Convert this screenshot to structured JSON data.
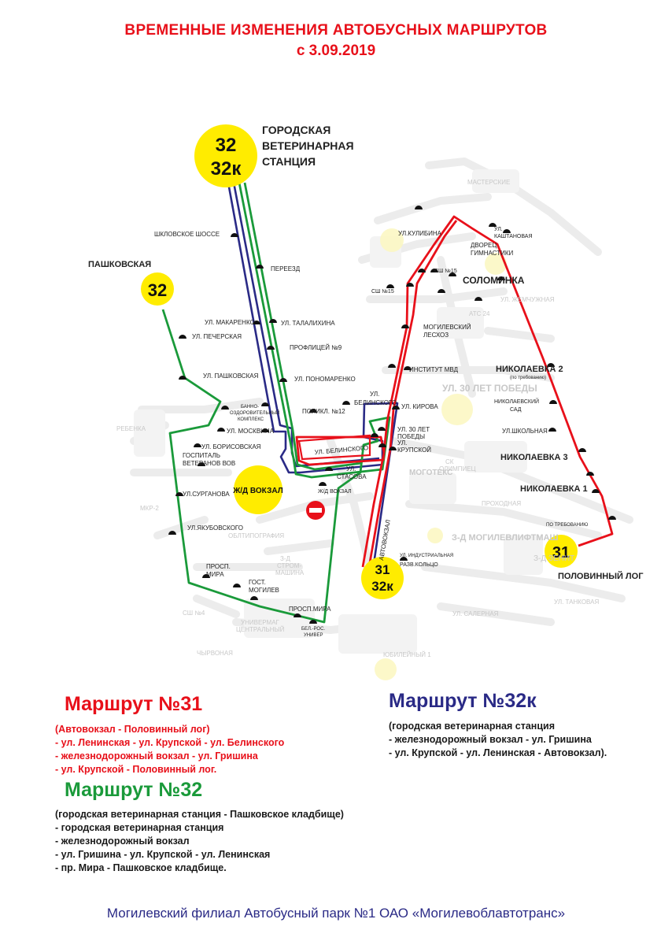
{
  "title": {
    "line1": "ВРЕМЕННЫЕ ИЗМЕНЕНИЯ АВТОБУСНЫХ МАРШРУТОВ",
    "line2": "с 3.09.2019"
  },
  "colors": {
    "route31": "#e8101a",
    "route32": "#1a9a3a",
    "route32k": "#2a2a86",
    "badge": "#ffec00",
    "stop": "#111111",
    "street": "#ececec"
  },
  "map": {
    "badges": {
      "top_l1": "32",
      "top_l2": "32к",
      "pashkovskaya": "32",
      "avtovokzal_l1": "31",
      "avtovokzal_l2": "32к",
      "polovinny": "31",
      "zd_vokzal": "Ж/Д ВОКЗАЛ"
    },
    "terminus_labels": {
      "vet_l1": "ГОРОДСКАЯ",
      "vet_l2": "ВЕТЕРИНАРНАЯ",
      "vet_l3": "СТАНЦИЯ",
      "pashkovskaya": "ПАШКОВСКАЯ",
      "polovinny": "ПОЛОВИННЫЙ ЛОГ",
      "solominka": "СОЛОМИНКА",
      "nikolaevka2": "НИКОЛАЕВКА 2",
      "nikolaevka3": "НИКОЛАЕВКА 3",
      "nikolaevka1": "НИКОЛАЕВКА 1"
    },
    "stop_labels": {
      "shklovskoe": "ШКЛОВСКОЕ ШОССЕ",
      "pereezd": "ПЕРЕЕЗД",
      "makarenko": "УЛ. МАКАРЕНКО",
      "talalikhina": "УЛ. ТАЛАЛИХИНА",
      "pecherskaya": "УЛ. ПЕЧЕРСКАЯ",
      "profilicei": "ПРОФЛИЦЕЙ №9",
      "pashkovskaya_ul": "УЛ. ПАШКОВСКАЯ",
      "ponomarenko": "УЛ. ПОНОМАРЕНКО",
      "banno_l1": "БАННО-",
      "banno_l2": "ОЗДОРОВИТЕЛЬНЫЙ",
      "banno_l3": "КОМПЛЕКС",
      "moskvina": "УЛ. МОСКВИНА",
      "poliklinika": "ПОЛИКЛ. №12",
      "belinskogo_stop": "БЕЛИНСКОГО",
      "belinskogo_ul": "УЛ.",
      "kirova": "УЛ. КИРОВА",
      "borisovskaya": "УЛ. БОРИСОВСКАЯ",
      "gospital_l1": "ГОСПИТАЛЬ",
      "gospital_l2": "ВЕТЕРАНОВ ВОВ",
      "belinskogo_road": "УЛ. БЕЛИНСКОГО",
      "pobedy_l1": "УЛ. 30 ЛЕТ",
      "pobedy_l2": "ПОБЕДЫ",
      "krupskoy_l1": "УЛ.",
      "krupskoy_l2": "КРУПСКОЙ",
      "surganova": "УЛ.СУРГАНОВА",
      "stasova_l1": "УЛ.",
      "stasova_l2": "СТАСОВА",
      "zd_vokzal_stop": "Ж/Д ВОКЗАЛ",
      "yakubovskogo": "УЛ.ЯКУБОВСКОГО",
      "avtovokzal_road": "АВТОВОКЗАЛ",
      "industrialnaya": "УЛ. ИНДУСТРИАЛЬНАЯ",
      "razv_kolco": "РАЗВ.КОЛЬЦО",
      "prosp_mira_l1": "ПРОСП.",
      "prosp_mira_l2": "МИРА",
      "gost_l1": "ГОСТ.",
      "gost_l2": "МОГИЛЕВ",
      "prosp_mira2": "ПРОСП.МИРА",
      "bel_l1": "БЕЛ.-РОС.",
      "bel_l2": "УНИВЕР",
      "kulibina": "УЛ.КУЛИБИНА",
      "kashtan_l1": "УЛ.",
      "kashtan_l2": "КАШТАНОВАЯ",
      "dvorec_l1": "ДВОРЕЦ",
      "dvorec_l2": "ГИМНАСТИКИ",
      "sh15a": "СШ №15",
      "sh15b": "СШ №15",
      "leshoz_l1": "МОГИЛЕВСКИЙ",
      "leshoz_l2": "ЛЕСХОЗ",
      "institut": "ИНСТИТУТ МВД",
      "po_treb": "(по требованию)",
      "nik_sad_l1": "НИКОЛАЕВСКИЙ",
      "nik_sad_l2": "САД",
      "shkolnaya": "УЛ.ШКОЛЬНАЯ",
      "po_treb2": "ПО ТРЕБОВАНИЮ"
    },
    "street_labels": {
      "pobedy_big": "УЛ. 30 ЛЕТ ПОБЕДЫ",
      "zd_mogilevliftmash": "З-Д МОГИЛЕВЛИФТМАШ",
      "mogotex": "МОГОТЕКС",
      "ck_olimpiec_l1": "СК",
      "ck_olimpiec_l2": "ОЛИМПИЕЦ",
      "oblipografiya": "ОБЛТИПОГРАФИЯ",
      "zd_strom_l1": "З-Д",
      "zd_strom_l2": "СТРОМ-",
      "zd_strom_l3": "МАШИНА",
      "zd_zenit": "З-Д ЗЕНИТ",
      "proxodnaya": "ПРОХОДНАЯ",
      "chyrvonaya": "ЧЫРВОНАЯ",
      "univermag_l1": "УНИВЕРМАГ",
      "univermag_l2": "ЦЕНТРАЛЬНЫЙ",
      "yubileyny": "ЮБИЛЕЙНЫЙ 1",
      "sh4": "СШ №4",
      "mkr2": "МКР-2",
      "rebenka": "РЕБЕНКА",
      "atc24": "АТС 24",
      "zhemchuzhnaya": "УЛ. ЖЕМЧУЖНАЯ",
      "masterskie": "МАСТЕРСКИЕ",
      "solernaya": "УЛ. САЛЕРНАЯ",
      "tankovaya": "УЛ. ТАНКОВАЯ"
    },
    "no_entry_icon": "no-entry-sign"
  },
  "legend": {
    "r31": {
      "title": "Маршрут №31",
      "lines": [
        "(Автовокзал - Половинный лог)",
        " - ул. Ленинская -   ул. Крупской - ул. Белинского",
        " - железнодорожный вокзал - ул. Гришина",
        " - ул. Крупской - Половинный лог."
      ]
    },
    "r32": {
      "title": "Маршрут №32",
      "lines": [
        "(городская ветеринарная станция - Пашковское кладбище)",
        "- городская ветеринарная станция",
        "- железнодорожный вокзал",
        "- ул. Гришина - ул. Крупской - ул. Ленинская",
        "- пр. Мира - Пашковское кладбище."
      ]
    },
    "r32k": {
      "title": "Маршрут №32к",
      "lines": [
        "(городская ветеринарная станция",
        "- железнодорожный вокзал - ул. Гришина",
        " - ул. Крупской - ул. Ленинская - Автовокзал)."
      ]
    }
  },
  "footer": {
    "text": "Могилевский филиал Автобусный парк №1 ОАО «Могилевоблавтотранс»"
  }
}
